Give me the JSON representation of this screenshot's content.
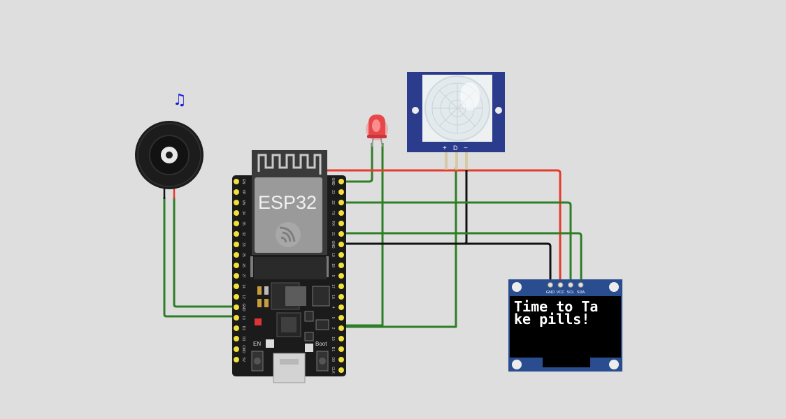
{
  "canvas": {
    "background": "#dedede"
  },
  "esp32": {
    "label": "ESP32",
    "en_label": "EN",
    "boot_label": "Boot",
    "board_color": "#1b1b1b",
    "pin_color": "#f2e13a",
    "left_pins": [
      "EN",
      "VP",
      "VN",
      "34",
      "35",
      "32",
      "33",
      "25",
      "26",
      "27",
      "14",
      "12",
      "GND",
      "13",
      "D2",
      "D3",
      "CMD",
      "5V"
    ],
    "right_pins": [
      "GND",
      "23",
      "22",
      "TX",
      "RX",
      "21",
      "GND",
      "19",
      "18",
      "5",
      "17",
      "16",
      "4",
      "0",
      "2",
      "15",
      "D1",
      "D0",
      "CLK"
    ]
  },
  "pir": {
    "plus_label": "+",
    "d_label": "D",
    "minus_label": "−",
    "color": "#2b3c8c"
  },
  "oled": {
    "pins": [
      "GND",
      "VCC",
      "SCL",
      "SDA"
    ],
    "line1": "Time to Ta",
    "line2": "ke pills!",
    "color": "#2a4d8f"
  },
  "buzzer": {
    "note_icon": "♫",
    "note_color": "#1a1adc"
  },
  "led": {
    "color": "#e8474a"
  },
  "wires": {
    "green": "#2e7d27",
    "red": "#e53b2c",
    "black": "#111111"
  }
}
